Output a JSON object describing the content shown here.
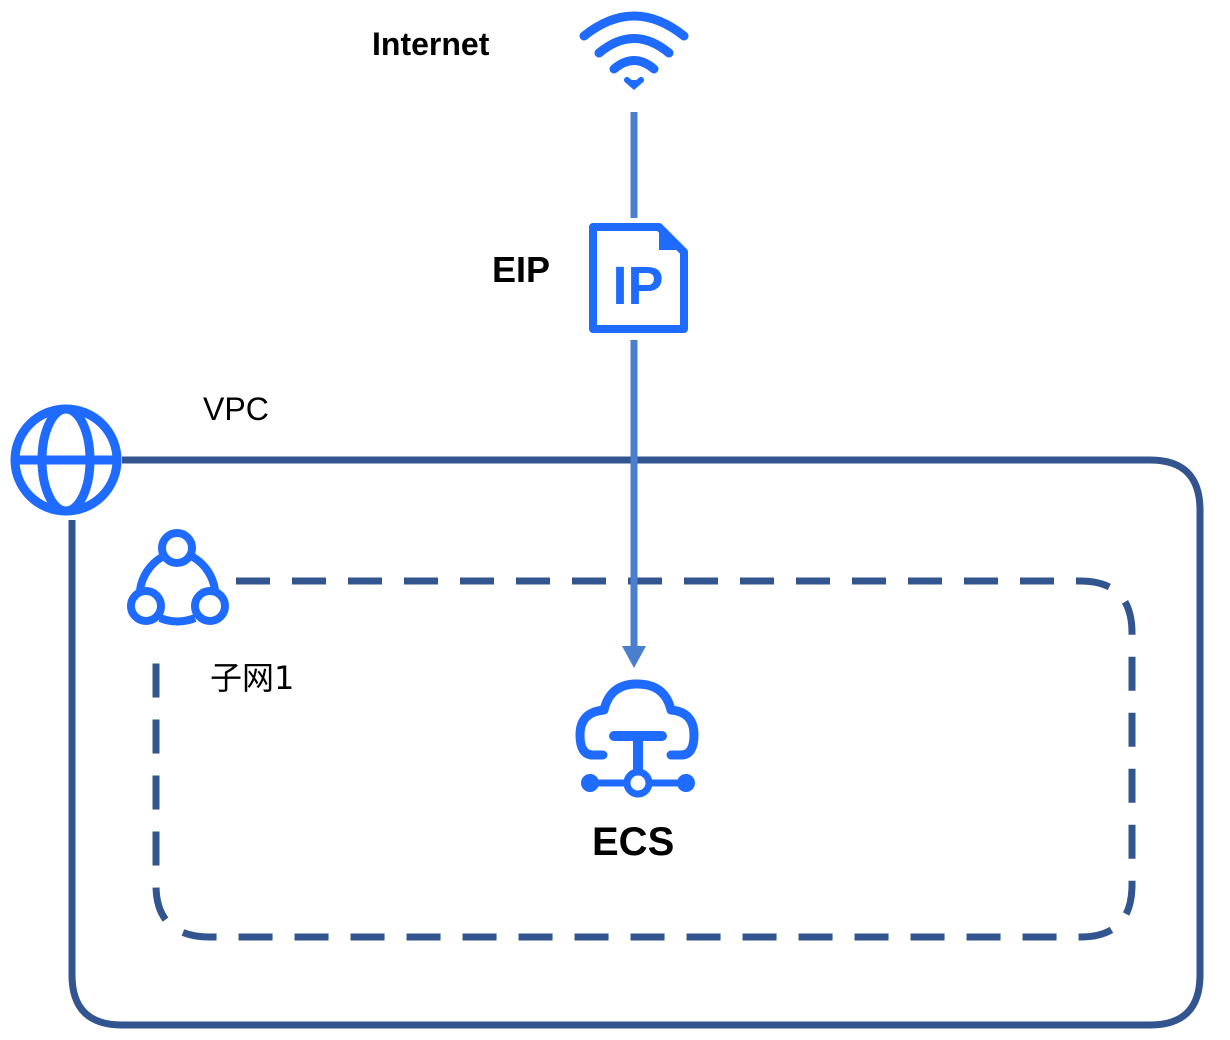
{
  "colors": {
    "icon_blue": "#1f6bff",
    "border_navy": "#33558f",
    "arrow_blue": "#4a7fd0",
    "text": "#000000"
  },
  "nodes": {
    "internet": {
      "label": "Internet",
      "icon": "wifi-icon"
    },
    "eip": {
      "label": "EIP",
      "icon": "ip-document-icon",
      "icon_text": "IP"
    },
    "vpc": {
      "label": "VPC",
      "icon": "globe-icon"
    },
    "subnet": {
      "label": "子网1",
      "icon": "subnet-nodes-icon"
    },
    "ecs": {
      "label": "ECS",
      "icon": "cloud-server-icon"
    }
  },
  "edges": [
    {
      "from": "internet",
      "to": "eip",
      "style": "solid"
    },
    {
      "from": "eip",
      "to": "ecs",
      "style": "solid-arrow"
    }
  ]
}
